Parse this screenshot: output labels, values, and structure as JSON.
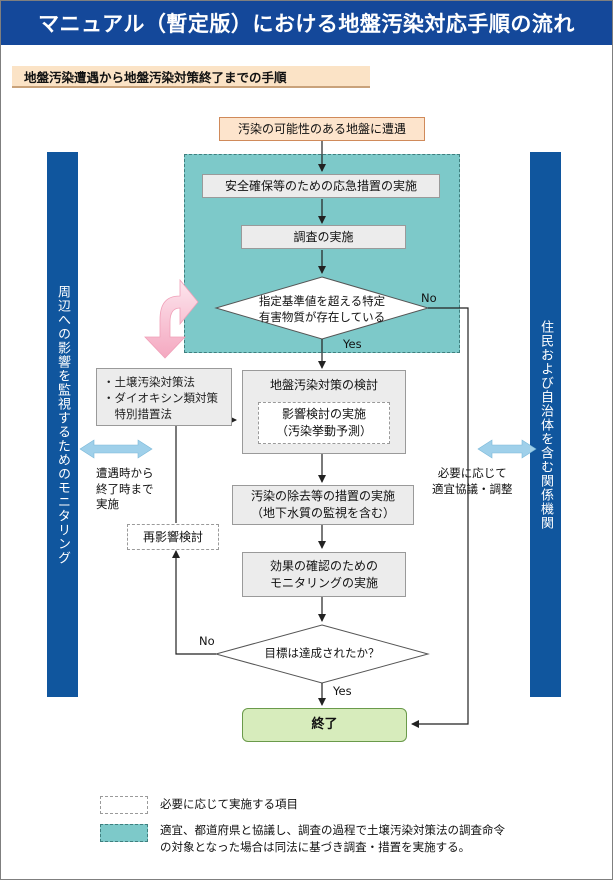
{
  "title": "マニュアル（暫定版）における地盤汚染対応手順の流れ",
  "subtitle": "地盤汚染遭遇から地盤汚染対策終了までの手順",
  "left_sidebar": "周辺への影響を監視するためのモニタリング",
  "right_sidebar": "住民および自治体を含む関係機関",
  "steps": {
    "encounter": "汚染の可能性のある地盤に遭遇",
    "emergency": "安全確保等のための応急措置の実施",
    "survey": "調査の実施",
    "decision1_line1": "指定基準値を超える特定",
    "decision1_line2": "有害物質が存在している",
    "decision1_no": "No",
    "decision1_yes": "Yes",
    "countermeasure": "地盤汚染対策の検討",
    "impact_line1": "影響検討の実施",
    "impact_line2": "（汚染挙動予測）",
    "removal_line1": "汚染の除去等の措置の実施",
    "removal_line2": "（地下水質の監視を含む）",
    "monitoring_line1": "効果の確認のための",
    "monitoring_line2": "モニタリングの実施",
    "decision2": "目標は達成されたか？",
    "decision2_no": "No",
    "decision2_yes": "Yes",
    "end": "終了",
    "reassess": "再影響検討"
  },
  "laws": [
    "・土壌汚染対策法",
    "・ダイオキシン類対策",
    "　特別措置法"
  ],
  "left_note": [
    "遭遇時から",
    "終了時まで",
    "実施"
  ],
  "right_note": [
    "必要に応じて",
    "適宜協議・調整"
  ],
  "legend": {
    "dashed": "必要に応じて実施する項目",
    "teal_line1": "適宜、都道府県と協議し、調査の過程で土壌汚染対策法の調査命令",
    "teal_line2": "の対象となった場合は同法に基づき調査・措置を実施する。"
  },
  "colors": {
    "title_bg": "#14489a",
    "sidebar": "#10569e",
    "teal": "#7dc9c9",
    "end_box": "#d7ecbc",
    "start_box": "#fde4cc",
    "big_arrow": "#f6b8c8",
    "double_arrow": "#9fd0ea"
  }
}
